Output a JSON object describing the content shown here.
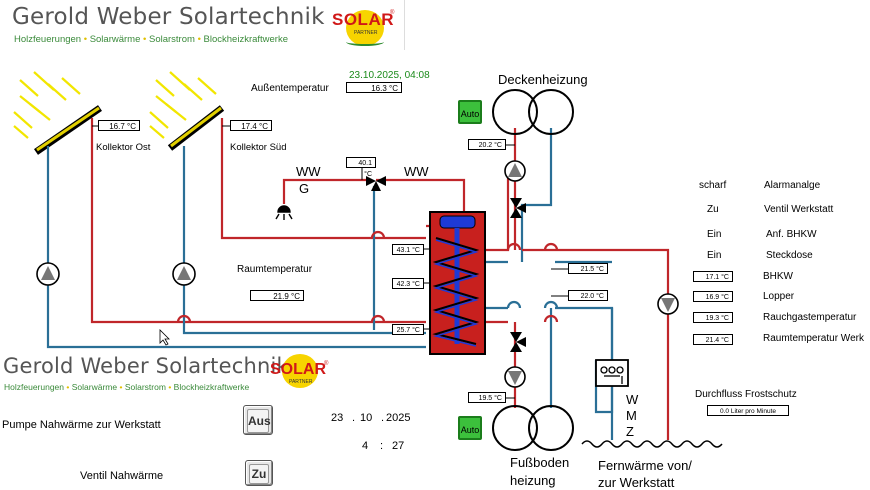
{
  "brand": {
    "name": "Gerold Weber Solartechnik",
    "tagline": [
      "Holzfeuerungen",
      "Solarwärme",
      "Solarstrom",
      "Blockheizkraftwerke"
    ],
    "logo_text": "SOLAR",
    "logo_sub": "PARTNER",
    "logo_reg": "®"
  },
  "timestamp": "23.10.2025,  04:08",
  "outdoor": {
    "label": "Außentemperatur",
    "value": "16.3 °C"
  },
  "collectors": [
    {
      "label": "Kollektor Ost",
      "value": "16.7 °C"
    },
    {
      "label": "Kollektor Süd",
      "value": "17.4 °C"
    }
  ],
  "ww": {
    "left_label": "WW",
    "g_label": "G",
    "right_label": "WW",
    "value": "40.1 °C"
  },
  "room": {
    "label": "Raumtemperatur",
    "value": "21.9 °C"
  },
  "tank": {
    "top": "43.1 °C",
    "middle": "42.3 °C",
    "bottom": "25.7 °C"
  },
  "ceiling": {
    "label": "Deckenheizung",
    "auto": "Auto",
    "value": "20.2 °C"
  },
  "floor": {
    "label_line1": "Fußboden",
    "label_line2": "heizung",
    "auto": "Auto",
    "value": "19.5 °C"
  },
  "network": {
    "value_upper": "21.5 °C",
    "value_lower": "22.0 °C",
    "wmz": [
      "W",
      "M",
      "Z"
    ],
    "label_line1": "Fernwärme von/",
    "label_line2": "zur Werkstatt"
  },
  "status": [
    {
      "state": "scharf",
      "label": "Alarmanalge"
    },
    {
      "state": "Zu",
      "label": "Ventil Werkstatt"
    },
    {
      "state": "Ein",
      "label": "Anf. BHKW"
    },
    {
      "state": "Ein",
      "label": "Steckdose"
    }
  ],
  "readings": [
    {
      "value": "17.1 °C",
      "label": "BHKW"
    },
    {
      "value": "16.9 °C",
      "label": "Lopper"
    },
    {
      "value": "19.3 °C",
      "label": "Rauchgastemperatur"
    },
    {
      "value": "21.4 °C",
      "label": "Raumtemperatur Werk"
    }
  ],
  "flow": {
    "label": "Durchfluss Frostschutz",
    "value": "0.0 Liter pro Minute"
  },
  "controls": {
    "pump_label": "Pumpe  Nahwärme zur Werkstatt",
    "pump_button": "Aus",
    "valve_label": "Ventil Nahwärme",
    "valve_button": "Zu"
  },
  "clock": {
    "day": "23",
    "dot1": ".",
    "month": "10",
    "dot2": ".",
    "year": "2025",
    "hour": "4",
    "colon": ":",
    "minute": "27"
  },
  "colors": {
    "hot": "#c0262a",
    "cold": "#2a6f96",
    "tank": "#c8201e",
    "coil": "#2233cc",
    "auto_green": "#3cc03c",
    "brand_green": "#3a8a3a"
  }
}
